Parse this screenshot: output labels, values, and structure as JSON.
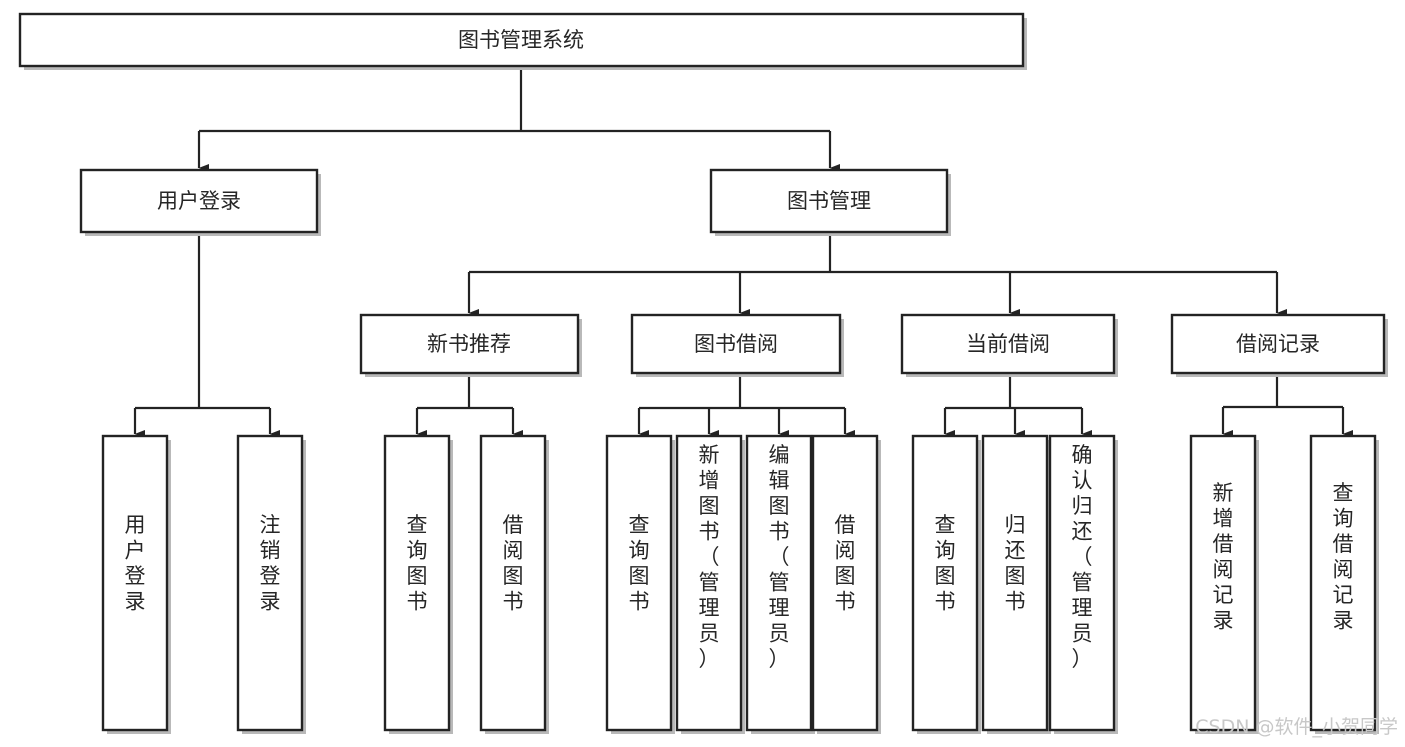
{
  "diagram": {
    "type": "tree-hierarchy-chart",
    "title": "图书管理系统",
    "orientation": "top-down",
    "colors": {
      "box_stroke": "#232323",
      "box_fill": "#ffffff",
      "box_shadow": "#b9b9b9",
      "text": "#262626",
      "background": "#ffffff",
      "watermark": "#c8c8c8"
    },
    "levels": {
      "level0": [
        {
          "id": "root",
          "label": "图书管理系统",
          "orientation": "horizontal"
        }
      ],
      "level1": [
        {
          "id": "user-login",
          "label": "用户登录",
          "orientation": "horizontal"
        },
        {
          "id": "book-manage",
          "label": "图书管理",
          "orientation": "horizontal"
        }
      ],
      "level2": [
        {
          "id": "new-book-recommend",
          "label": "新书推荐",
          "orientation": "horizontal"
        },
        {
          "id": "book-borrow",
          "label": "图书借阅",
          "orientation": "horizontal"
        },
        {
          "id": "current-borrow",
          "label": "当前借阅",
          "orientation": "horizontal"
        },
        {
          "id": "borrow-record",
          "label": "借阅记录",
          "orientation": "horizontal"
        }
      ],
      "level3": [
        {
          "id": "leaf-user-login",
          "label": "用户登录",
          "parent": "user-login",
          "orientation": "vertical"
        },
        {
          "id": "leaf-logout",
          "label": "注销登录",
          "parent": "user-login",
          "orientation": "vertical"
        },
        {
          "id": "leaf-query-book-1",
          "label": "查询图书",
          "parent": "new-book-recommend",
          "orientation": "vertical"
        },
        {
          "id": "leaf-borrow-book-1",
          "label": "借阅图书",
          "parent": "new-book-recommend",
          "orientation": "vertical"
        },
        {
          "id": "leaf-query-book-2",
          "label": "查询图书",
          "parent": "book-borrow",
          "orientation": "vertical"
        },
        {
          "id": "leaf-add-book",
          "label": "新增图书（管理员）",
          "parent": "book-borrow",
          "orientation": "vertical"
        },
        {
          "id": "leaf-edit-book",
          "label": "编辑图书（管理员）",
          "parent": "book-borrow",
          "orientation": "vertical"
        },
        {
          "id": "leaf-borrow-book-2",
          "label": "借阅图书",
          "parent": "book-borrow",
          "orientation": "vertical"
        },
        {
          "id": "leaf-query-book-3",
          "label": "查询图书",
          "parent": "current-borrow",
          "orientation": "vertical"
        },
        {
          "id": "leaf-return-book",
          "label": "归还图书",
          "parent": "current-borrow",
          "orientation": "vertical"
        },
        {
          "id": "leaf-confirm-return",
          "label": "确认归还（管理员）",
          "parent": "current-borrow",
          "orientation": "vertical"
        },
        {
          "id": "leaf-add-record",
          "label": "新增借阅记录",
          "parent": "borrow-record",
          "orientation": "vertical"
        },
        {
          "id": "leaf-query-record",
          "label": "查询借阅记录",
          "parent": "borrow-record",
          "orientation": "vertical"
        }
      ]
    }
  },
  "watermark": {
    "text": "CSDN @软件_小贺同学"
  }
}
